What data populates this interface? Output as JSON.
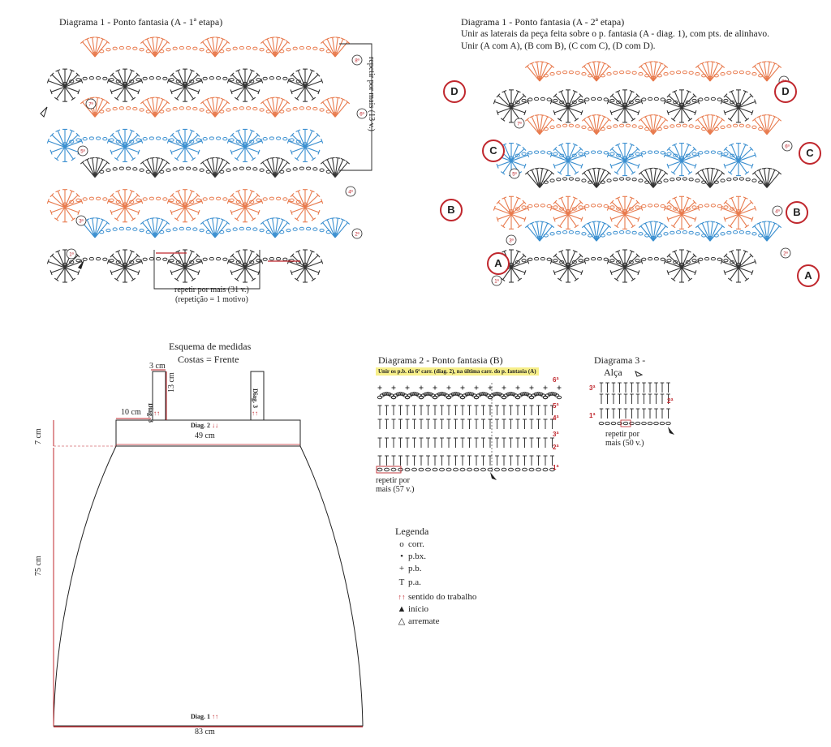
{
  "diagram1a": {
    "title": "Diagrama 1 - Ponto fantasia (A  - 1ª etapa)",
    "repeat_rows": "repetir por mais (13 v.)",
    "repeat_stitches_1": "repetir por mais (31 v.)",
    "repeat_stitches_2": "(repetição = 1 motivo)",
    "row_labels": [
      "1ª",
      "2ª",
      "3ª",
      "4ª",
      "5ª",
      "6ª",
      "7ª",
      "8ª"
    ]
  },
  "diagram1b": {
    "title": "Diagrama 1 - Ponto fantasia (A  - 2ª etapa)",
    "instruction_1": "Unir as laterais da peça feita sobre o p. fantasia (A - diag. 1), com pts. de alinhavo.",
    "instruction_2": "Unir (A com A), (B com B), (C com C), (D com D).",
    "join_letters": [
      "A",
      "B",
      "C",
      "D"
    ],
    "row_labels": [
      "1ª",
      "2ª",
      "3ª",
      "4ª",
      "5ª",
      "6ª",
      "7ª",
      "8ª"
    ]
  },
  "schema": {
    "title": "Esquema de medidas",
    "subtitle": "Costas = Frente",
    "strap_width": "3 cm",
    "strap_height": "13 cm",
    "strap_label": "Diag. 3",
    "strap_offset": "10 cm",
    "waist_height": "7 cm",
    "waist_label": "Diag. 2",
    "waist_width": "49 cm",
    "skirt_height": "75 cm",
    "skirt_label": "Diag. 1",
    "hem_width": "83 cm",
    "arrows_up": "↑↑",
    "arrows_down": "↓↓"
  },
  "diagram2": {
    "title": "Diagrama 2 - Ponto fantasia (B)",
    "note": "Unir os p.b. da 6ª carr. (diag. 2), na última carr. do p. fantasia (A)",
    "row_labels": [
      "1ª",
      "2ª",
      "3ª",
      "4ª",
      "5ª",
      "6ª"
    ],
    "repeat_1": "repetir por",
    "repeat_2": "mais (57 v.)"
  },
  "diagram3": {
    "title": "Diagrama 3 -",
    "subtitle": "Alça",
    "row_labels": [
      "1ª",
      "2ª",
      "3ª"
    ],
    "repeat_1": "repetir por",
    "repeat_2": "mais (50 v.)"
  },
  "legend": {
    "title": "Legenda",
    "items": [
      {
        "symbol": "o",
        "label": "corr."
      },
      {
        "symbol": "•",
        "label": "p.bx."
      },
      {
        "symbol": "+",
        "label": "p.b."
      },
      {
        "symbol": "T",
        "label": "p.a."
      },
      {
        "symbol": "↑↑",
        "label": "sentido do trabalho"
      },
      {
        "symbol": "▲",
        "label": "início"
      },
      {
        "symbol": "△",
        "label": "arremate"
      }
    ]
  },
  "colors": {
    "red": "#c0272d",
    "orange": "#e87a4d",
    "blue": "#3a8fd0",
    "dark": "#333333",
    "navy": "#1f3e8f",
    "green": "#1f9e3a",
    "pink": "#e0307a",
    "yellow": "#f7ef8a"
  }
}
